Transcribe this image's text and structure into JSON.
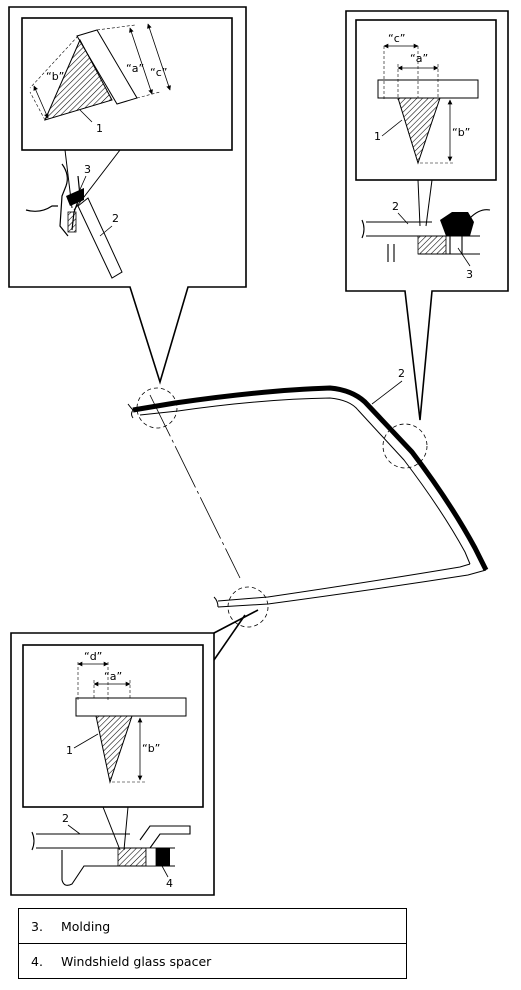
{
  "callouts": {
    "n1": "1",
    "n2": "2",
    "n3": "3",
    "n4": "4"
  },
  "dims": {
    "a": "“a”",
    "b": "“b”",
    "c": "“c”",
    "d": "“d”"
  },
  "legend": [
    {
      "num": "3.",
      "label": "Molding"
    },
    {
      "num": "4.",
      "label": "Windshield glass spacer"
    }
  ]
}
